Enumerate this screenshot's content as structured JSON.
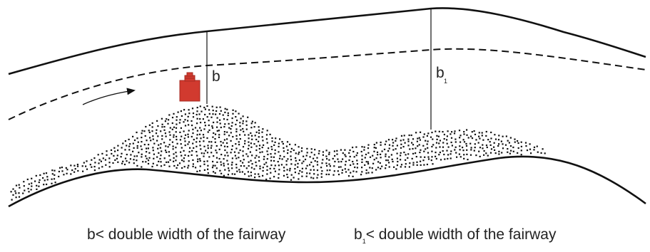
{
  "labels": {
    "b": "b",
    "b1_main": "b",
    "b1_sub": "1"
  },
  "captions": {
    "left": {
      "var": "b",
      "sub": "",
      "text": "< double width of the fairway"
    },
    "right": {
      "var": "b",
      "sub": "1",
      "text": "< double width of the fairway"
    }
  },
  "colors": {
    "line": "#111111",
    "dots": "#111111",
    "vessel": "#d13a2f",
    "vessel_dark": "#a62a22",
    "text": "#222222"
  },
  "icons": {
    "vessel": "vessel-icon",
    "flow": "flow-arrow-icon"
  }
}
